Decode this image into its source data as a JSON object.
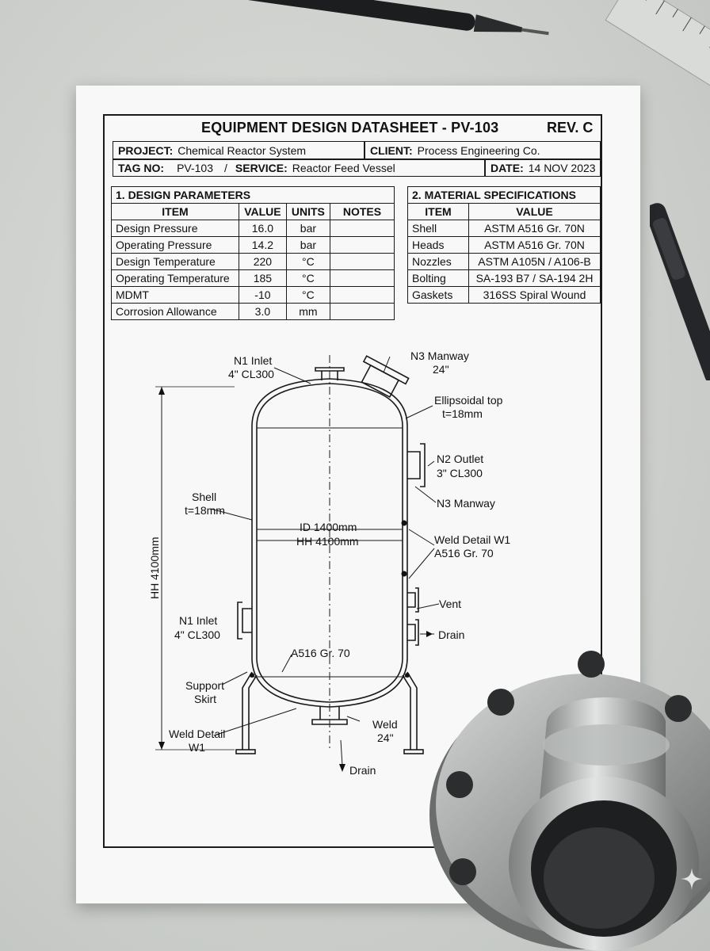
{
  "sheet": {
    "title": "EQUIPMENT DESIGN DATASHEET - PV-103",
    "revision": "REV. C",
    "project_label": "PROJECT:",
    "project": "Chemical Reactor System",
    "client_label": "CLIENT:",
    "client": "Process Engineering Co.",
    "tag_label": "TAG NO:",
    "tag": "PV-103",
    "tag_separator": "/",
    "service_label": "SERVICE:",
    "service": "Reactor Feed Vessel",
    "date_label": "DATE:",
    "date": "14 NOV 2023"
  },
  "design_parameters": {
    "caption": "1. DESIGN PARAMETERS",
    "headers": [
      "ITEM",
      "VALUE",
      "UNITS",
      "NOTES"
    ],
    "rows": [
      {
        "item": "Design Pressure",
        "value": "16.0",
        "units": "bar",
        "notes": ""
      },
      {
        "item": "Operating Pressure",
        "value": "14.2",
        "units": "bar",
        "notes": ""
      },
      {
        "item": "Design Temperature",
        "value": "220",
        "units": "°C",
        "notes": ""
      },
      {
        "item": "Operating Temperature",
        "value": "185",
        "units": "°C",
        "notes": ""
      },
      {
        "item": "MDMT",
        "value": "-10",
        "units": "°C",
        "notes": ""
      },
      {
        "item": "Corrosion Allowance",
        "value": "3.0",
        "units": "mm",
        "notes": ""
      }
    ]
  },
  "material_specifications": {
    "caption": "2. MATERIAL SPECIFICATIONS",
    "headers": [
      "ITEM",
      "VALUE"
    ],
    "rows": [
      {
        "item": "Shell",
        "value": "ASTM A516 Gr. 70N"
      },
      {
        "item": "Heads",
        "value": "ASTM A516 Gr. 70N"
      },
      {
        "item": "Nozzles",
        "value": "ASTM A105N / A106-B"
      },
      {
        "item": "Bolting",
        "value": "SA-193 B7 / SA-194 2H"
      },
      {
        "item": "Gaskets",
        "value": "316SS Spiral Wound"
      }
    ]
  },
  "drawing": {
    "n1_top_1": "N1 Inlet",
    "n1_top_2": "4\" CL300",
    "n3_top_1": "N3 Manway",
    "n3_top_2": "24\"",
    "head_1": "Ellipsoidal top",
    "head_2": "t=18mm",
    "n2_1": "N2 Outlet",
    "n2_2": "3\" CL300",
    "n3_side": "N3 Manway",
    "shell_1": "Shell",
    "shell_2": "t=18mm",
    "id_dim": "ID 1400mm",
    "hh_dim": "HH 4100mm",
    "weld_1": "Weld Detail W1",
    "weld_2": "A516 Gr. 70",
    "vent": "Vent",
    "drain_side": "Drain",
    "hh_vertical": "HH 4100mm",
    "n1_low_1": "N1 Inlet",
    "n1_low_2": "4\" CL300",
    "a516_low": "A516 Gr. 70",
    "support_1": "Support",
    "support_2": "Skirt",
    "weld_bottom_1": "Weld",
    "weld_bottom_2": "24\"",
    "weld_detail_1": "Weld Detail",
    "weld_detail_2": "W1",
    "drain_bottom": "Drain"
  },
  "colors": {
    "ink": "#111111",
    "paper": "#f7f8f7",
    "desk": "#c9ccc8",
    "steel": "#a7aaa8"
  },
  "icons": [
    "pen",
    "ruler",
    "steel-flange",
    "sparkle"
  ]
}
